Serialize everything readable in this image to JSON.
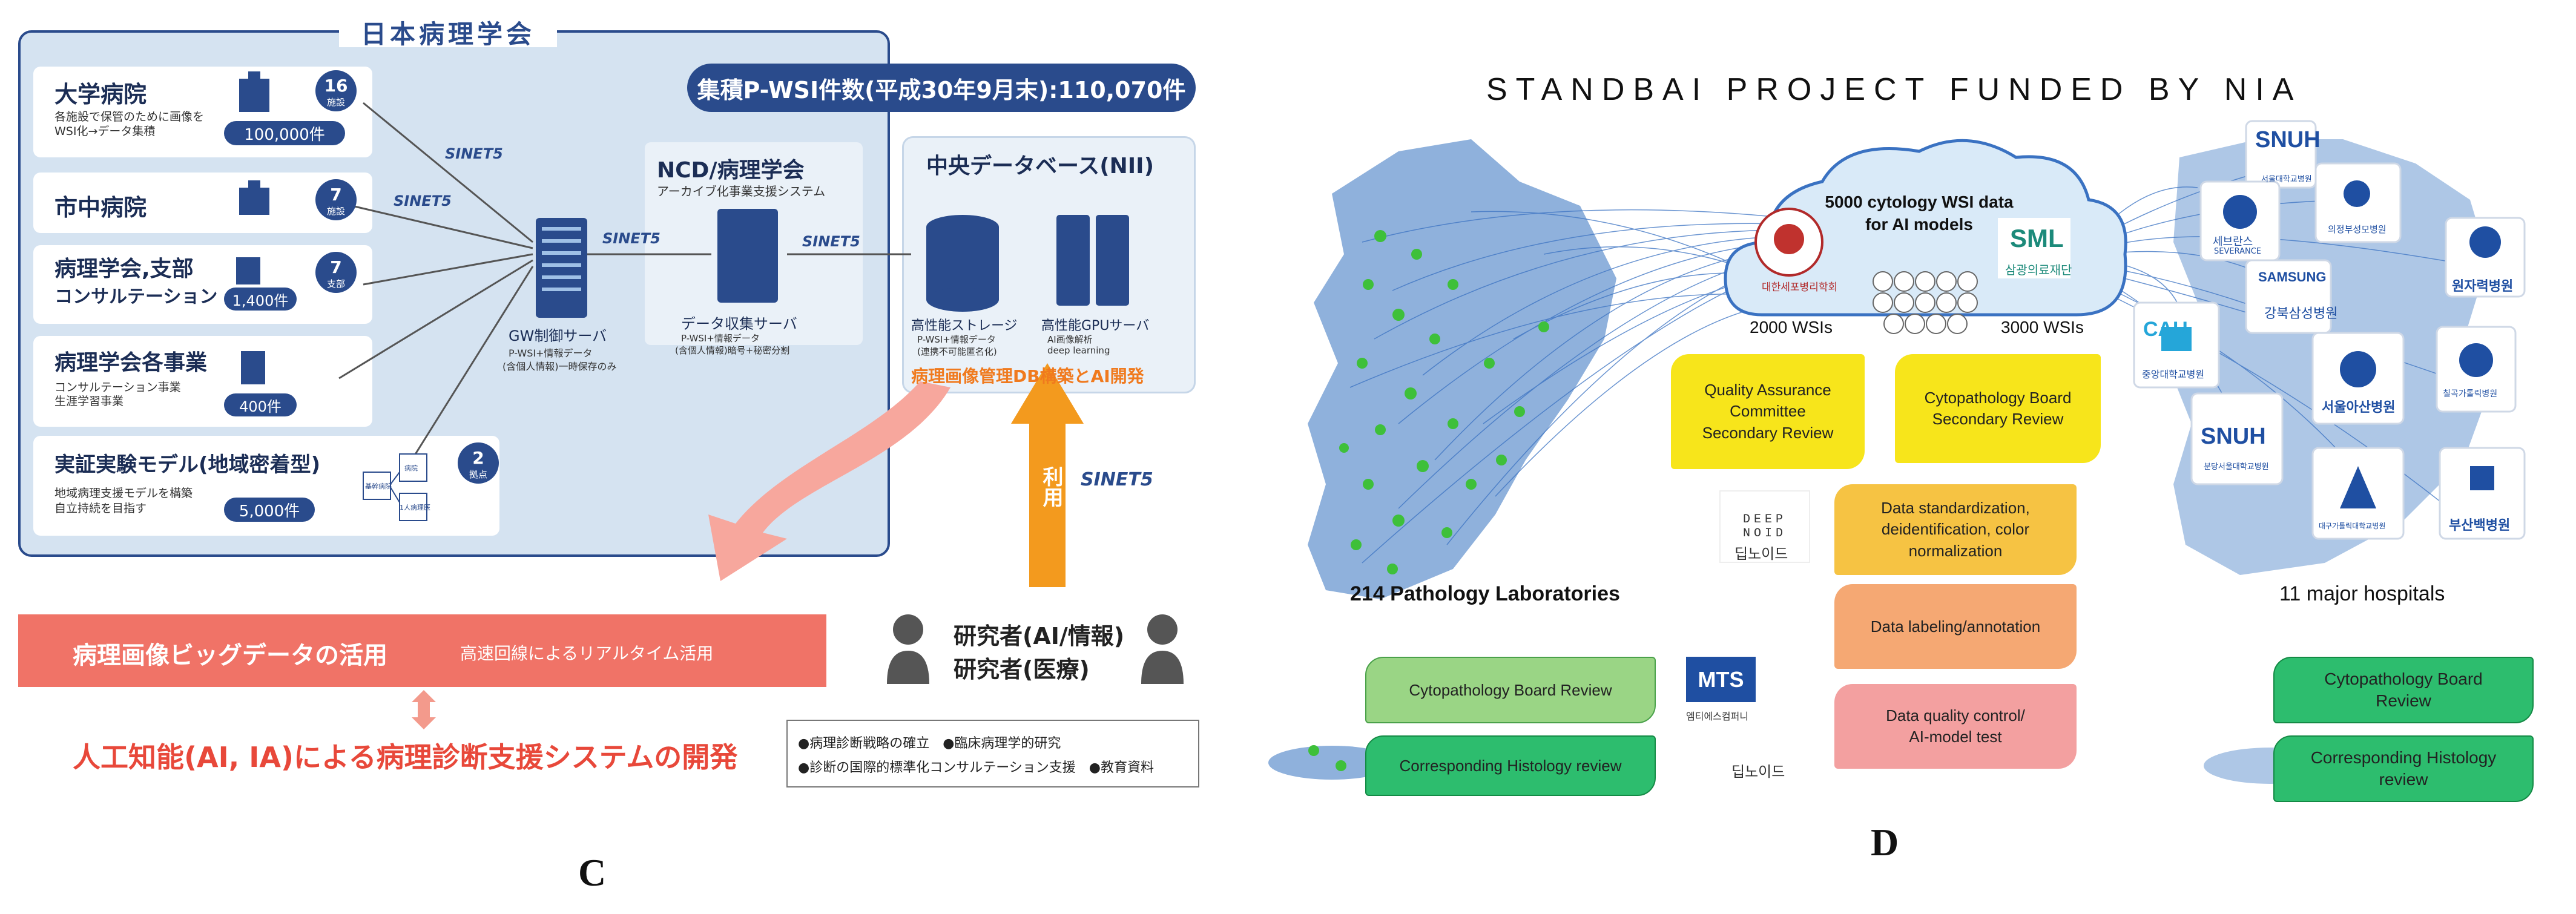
{
  "panel_c": {
    "header": "日本病理学会",
    "total": "集積P-WSI件数(平成30年9月末):110,070件",
    "left_items": [
      {
        "title": "大学病院",
        "badge_num": "16",
        "badge_unit": "施設",
        "desc1": "各施設で保管のために画像を",
        "desc2": "WSI化→データ集積",
        "count": "100,000件"
      },
      {
        "title": "市中病院",
        "badge_num": "7",
        "badge_unit": "施設",
        "desc1": "",
        "desc2": "",
        "count": ""
      },
      {
        "title": "病理学会,支部",
        "title2": "コンサルテーション",
        "badge_num": "7",
        "badge_unit": "支部",
        "count": "1,400件"
      },
      {
        "title": "病理学会各事業",
        "desc1": "コンサルテーション事業",
        "desc2": "生涯学習事業",
        "count": "400件"
      },
      {
        "title": "実証実験モデル(地域密着型)",
        "badge_num": "2",
        "badge_unit": "拠点",
        "desc1": "地域病理支援モデルを構築",
        "desc2": "自立持続を目指す",
        "count": "5,000件"
      }
    ],
    "sinet_label": "SINET5",
    "gw": {
      "title": "GW制御サーバ",
      "desc1": "P-WSI+情報データ",
      "desc2": "(含個人情報)一時保存のみ"
    },
    "ncd": {
      "title": "NCD/病理学会",
      "sub": "アーカイブ化事業支援システム",
      "server": "データ収集サーバ",
      "desc1": "P-WSI+情報データ",
      "desc2": "(含個人情報)暗号+秘密分割"
    },
    "nii": {
      "title": "中央データベース(NII)",
      "storage": "高性能ストレージ",
      "storage_d1": "P-WSI+情報データ",
      "storage_d2": "(連携不可能匿名化)",
      "gpu": "高性能GPUサーバ",
      "gpu_d1": "AI画像解析",
      "gpu_d2": "deep learning",
      "orange": "病理画像管理DB構築とAI開発"
    },
    "arrow_label": "利用",
    "red_bar": "病理画像ビッグデータの活用",
    "red_bar_sub": "高速回線によるリアルタイム活用",
    "ai_line": "人工知能(AI, IA)による病理診断支援システムの開発",
    "researcher1": "研究者(AI/情報)",
    "researcher2": "研究者(医療)",
    "bullets1": "●病理診断戦略の確立　●臨床病理学的研究",
    "bullets2": "●診断の国際的標準化コンサルテーション支援　●教育資料",
    "small_labels": {
      "lab": "基幹病院",
      "clinic": "病院",
      "one_person": "1人病理医"
    },
    "panel_label": "C"
  },
  "panel_d": {
    "title": "STANDBAI PROJECT FUNDED BY NIA",
    "cloud1": "5000 cytology WSI data",
    "cloud2": "for AI models",
    "wsi_left": "2000 WSIs",
    "wsi_right": "3000 WSIs",
    "org_left": "대한세포병리학회",
    "org_right_logo": "SML",
    "org_right": "삼광의료재단",
    "qa1": "Quality Assurance",
    "qa2": "Committee",
    "qa3": "Secondary Review",
    "cb1": "Cytopathology Board",
    "cb2": "Secondary Review",
    "ds1": "Data standardization,",
    "ds2": "deidentification, color",
    "ds3": "normalization",
    "dl": "Data labeling/annotation",
    "dq1": "Data quality control/",
    "dq2": "AI-model test",
    "deep_logo": "DEEP NOID",
    "deep_kor": "딥노이드",
    "mts_logo": "MTS",
    "mts_kor": "엠티에스컴퍼니",
    "deep_kor2": "딥노이드",
    "labs": "214 Pathology Laboratories",
    "hospitals_label": "11 major hospitals",
    "left_review": "Cytopathology Board Review",
    "left_histo": "Corresponding Histology review",
    "right_review1": "Cytopathology Board",
    "right_review2": "Review",
    "right_histo1": "Corresponding Histology",
    "right_histo2": "review",
    "hospitals": [
      {
        "logo": "SNUH",
        "name": "서울대학교병원"
      },
      {
        "logo": "",
        "name": "의정부성모병원"
      },
      {
        "logo": "",
        "name": "세브란스",
        "name2": "SEVERANCE"
      },
      {
        "logo": "SAMSUNG",
        "name": "강북삼성병원"
      },
      {
        "logo": "",
        "name": "원자력병원"
      },
      {
        "logo": "CAU",
        "name": "중앙대학교병원"
      },
      {
        "logo": "",
        "name": "서울아산병원"
      },
      {
        "logo": "",
        "name": "칠곡가톨릭병원"
      },
      {
        "logo": "SNUH",
        "name": "분당서울대학교병원"
      },
      {
        "logo": "",
        "name": "대구가톨릭대학교병원"
      },
      {
        "logo": "",
        "name": "부산백병원"
      }
    ],
    "panel_label": "D"
  },
  "colors": {
    "c_panel": "#d5e3f1",
    "c_navy": "#2a4b8c",
    "c_red": "#f07367",
    "c_orange": "#f39a1e",
    "d_yellow": "#f7e51b",
    "d_orange": "#f6c343",
    "d_salmon": "#f5a873",
    "d_pink": "#f3a0a0",
    "d_green": "#2dbd6e",
    "d_lightgreen": "#9ad585",
    "d_map": "#8fb1dc"
  }
}
